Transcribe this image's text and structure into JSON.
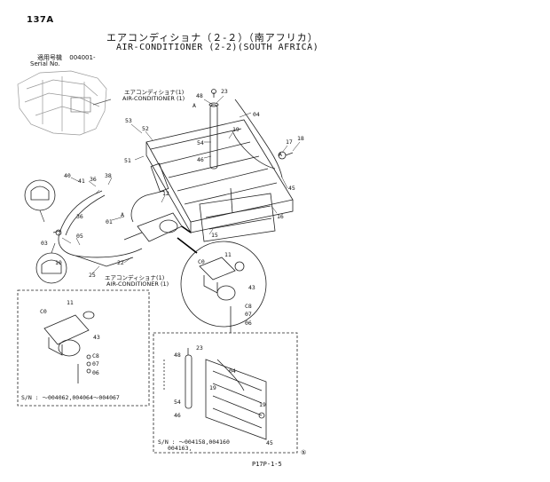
{
  "header": {
    "code": "137A",
    "title_jp": "エアコンディショナ（２-２）（南アフリカ）",
    "title_en": "AIR-CONDITIONER (2-2)(SOUTH AFRICA)",
    "serial_label_jp": "適用号機",
    "serial_value": "004001-",
    "serial_label_en": "Serial No."
  },
  "callouts": {
    "ac_label_jp": "エアコンディショナ(1)",
    "ac_label_en": "AIR-CONDITIONER (1)"
  },
  "part_numbers": {
    "p48": "48",
    "p23": "23",
    "p04": "04",
    "p53": "53",
    "p52": "52",
    "p54": "54",
    "p19": "19",
    "p17": "17",
    "p18": "18",
    "p51": "51",
    "p46": "46",
    "p40": "40",
    "p41": "41",
    "p36": "36",
    "p38": "38",
    "p12": "12",
    "p45": "45",
    "p01": "01",
    "p16": "16",
    "p15": "15",
    "p03": "03",
    "p05": "05",
    "p10": "10",
    "p22": "22",
    "p25": "25",
    "p11": "11",
    "p43": "43",
    "p08": "08",
    "p07": "07",
    "p06": "06",
    "pC0": "C0",
    "pC8": "C8",
    "marker_a": "A"
  },
  "inset_left": {
    "serial_text": "S/N : ～004062,004064～004067"
  },
  "inset_right": {
    "serial_text_1": "S/N : ～004158,004160",
    "serial_text_2": "004163,"
  },
  "footer": {
    "page_ref": "P17P-1-5",
    "mark": "⑤"
  }
}
